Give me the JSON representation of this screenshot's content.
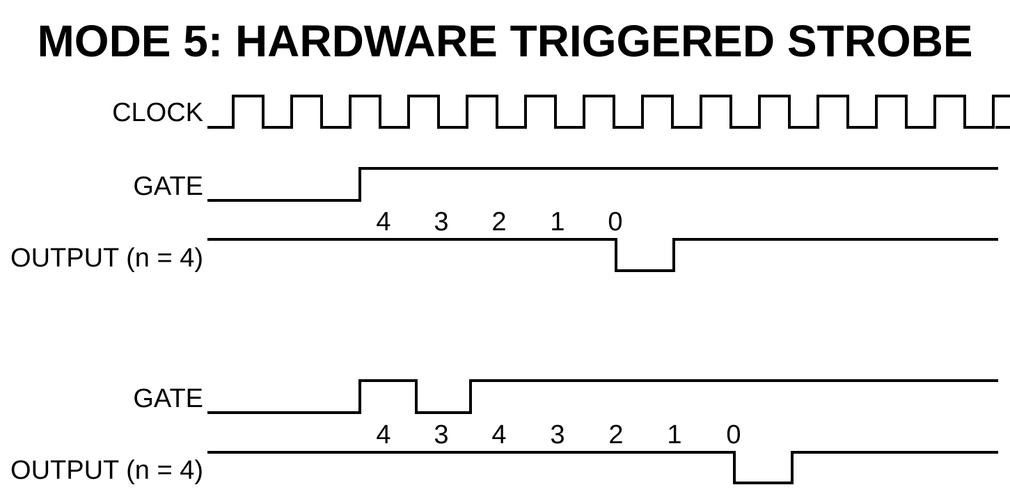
{
  "title": "MODE 5: HARDWARE TRIGGERED STROBE",
  "signals": {
    "clock_label": "CLOCK",
    "gate1_label": "GATE",
    "output1_label": "OUTPUT (n = 4)",
    "gate2_label": "GATE",
    "output2_label": "OUTPUT (n = 4)"
  },
  "counts1": [
    "4",
    "3",
    "2",
    "1",
    "0"
  ],
  "counts2": [
    "4",
    "3",
    "4",
    "3",
    "2",
    "1",
    "0"
  ],
  "colors": {
    "line": "#000000",
    "background": "#ffffff"
  }
}
